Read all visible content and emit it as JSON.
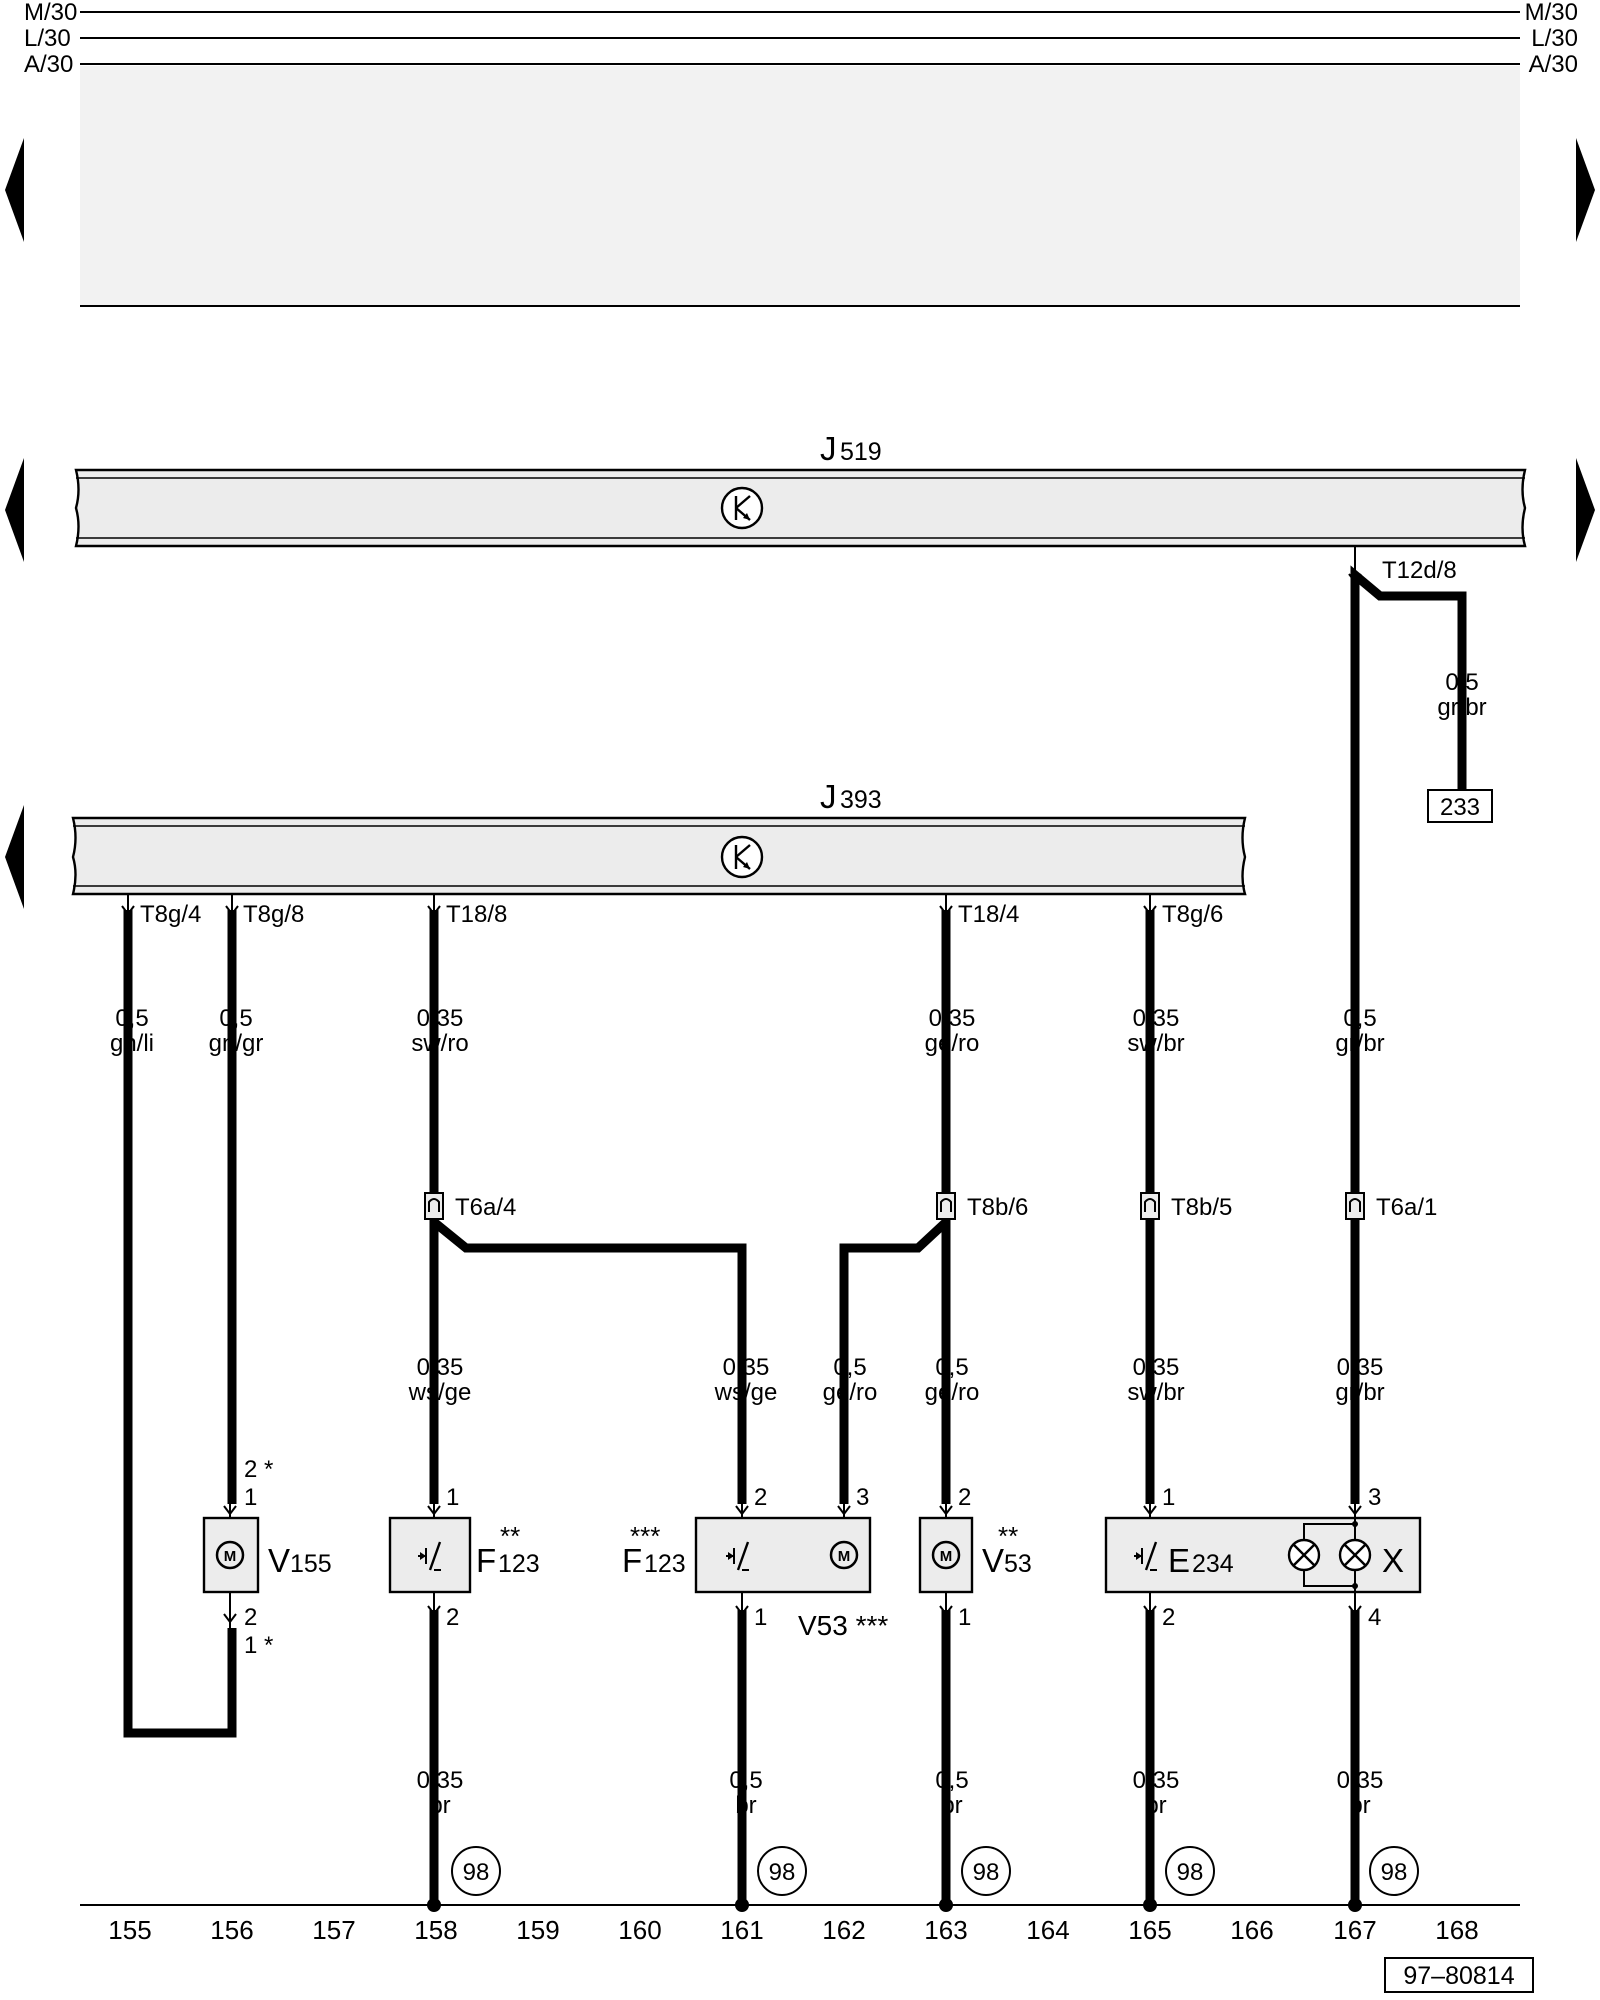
{
  "rails": {
    "left": [
      "M/30",
      "L/30",
      "A/30"
    ],
    "right": [
      "M/30",
      "L/30",
      "A/30"
    ]
  },
  "modules": {
    "J519": {
      "letter": "J",
      "number": "519"
    },
    "J393": {
      "letter": "J",
      "number": "393"
    }
  },
  "pins": {
    "t12d8": "T12d/8",
    "t8g4": "T8g/4",
    "t8g8": "T8g/8",
    "t18_8": "T18/8",
    "t18_4": "T18/4",
    "t8g6": "T8g/6"
  },
  "connectors": {
    "t6a4": "T6a/4",
    "t8b6": "T8b/6",
    "t8b5": "T8b/5",
    "t6a1": "T6a/1"
  },
  "wires": {
    "w233": {
      "size": "0,5",
      "color": "gr/br"
    },
    "w155": {
      "size": "0,5",
      "color": "gn/li"
    },
    "w156": {
      "size": "0,5",
      "color": "gn/gr"
    },
    "w158a": {
      "size": "0,35",
      "color": "sw/ro"
    },
    "w163a": {
      "size": "0,35",
      "color": "ge/ro"
    },
    "w165a": {
      "size": "0,35",
      "color": "sw/br"
    },
    "w167a": {
      "size": "0,5",
      "color": "gr/br"
    },
    "w158b": {
      "size": "0,35",
      "color": "ws/ge"
    },
    "w161b": {
      "size": "0,35",
      "color": "ws/ge"
    },
    "w162b": {
      "size": "0,5",
      "color": "ge/ro"
    },
    "w163b": {
      "size": "0,5",
      "color": "ge/ro"
    },
    "w165b": {
      "size": "0,35",
      "color": "sw/br"
    },
    "w167b": {
      "size": "0,35",
      "color": "gr/br"
    },
    "w158c": {
      "size": "0,35",
      "color": "br"
    },
    "w161c": {
      "size": "0,5",
      "color": "br"
    },
    "w163c": {
      "size": "0,5",
      "color": "br"
    },
    "w165c": {
      "size": "0,35",
      "color": "br"
    },
    "w167c": {
      "size": "0,35",
      "color": "br"
    }
  },
  "components": {
    "v155": {
      "letter": "V",
      "number": "155"
    },
    "f123a": {
      "letter": "F",
      "number": "123",
      "mark": "**"
    },
    "f123b": {
      "letter": "F",
      "number": "123",
      "mark": "***"
    },
    "v53b": {
      "label": "V53 ***"
    },
    "v53a": {
      "letter": "V",
      "number": "53",
      "mark": "**"
    },
    "e234": {
      "letter": "E",
      "number": "234"
    },
    "x": {
      "letter": "X"
    }
  },
  "pin_numbers": {
    "v155_top": "1",
    "v155_top_alt": "2 *",
    "v155_bot": "2",
    "v155_bot_alt": "1 *",
    "f123a_top": "1",
    "f123a_bot": "2",
    "f123b_top": "2",
    "v53b_top": "3",
    "v53b_bot": "1",
    "v53a_top": "2",
    "v53a_bot": "1",
    "e234_top": "1",
    "e234_bot": "2",
    "x_top": "3",
    "x_bot": "4"
  },
  "references": {
    "r233": "233"
  },
  "ground_label": "98",
  "columns": [
    "155",
    "156",
    "157",
    "158",
    "159",
    "160",
    "161",
    "162",
    "163",
    "164",
    "165",
    "166",
    "167",
    "168"
  ],
  "doc_code": "97–80814",
  "icon_names": [
    "left-arrow-icon",
    "right-arrow-icon",
    "transistor-icon",
    "motor-icon",
    "switch-icon",
    "lamp-icon",
    "ground-circle-icon"
  ]
}
